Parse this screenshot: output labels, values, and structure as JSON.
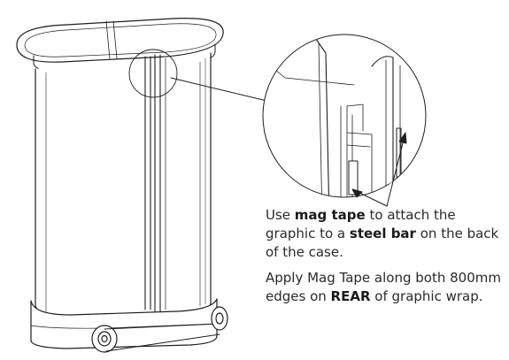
{
  "callouts": [
    {
      "parts": [
        {
          "text": "Use ",
          "bold": false
        },
        {
          "text": "mag tape",
          "bold": true
        },
        {
          "text": " to attach the graphic to a ",
          "bold": false
        },
        {
          "text": "steel bar",
          "bold": true
        },
        {
          "text": " on the back of the case.",
          "bold": false
        }
      ]
    },
    {
      "parts": [
        {
          "text": "Apply Mag Tape along both 800mm edges on ",
          "bold": false
        },
        {
          "text": "REAR",
          "bold": true
        },
        {
          "text": " of graphic wrap.",
          "bold": false
        }
      ]
    }
  ]
}
